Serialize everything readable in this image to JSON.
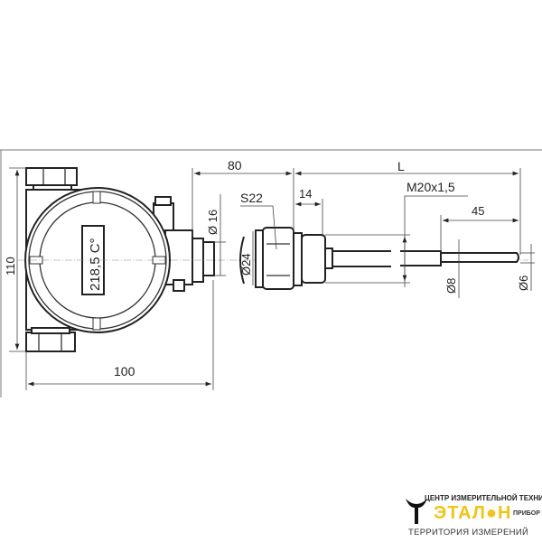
{
  "drawing": {
    "display_reading": "218,5 C°",
    "dimensions": {
      "height_housing": "110",
      "width_housing": "100",
      "neck_length": "80",
      "immersion_length": "L",
      "fitting_length": "14",
      "wrench_size": "S22",
      "neck_diameter": "Ø 16",
      "nut_diameter": "Ø24",
      "thread": "M20x1,5",
      "tip_length": "45",
      "stem_diameter": "Ø8",
      "tip_diameter": "Ø6"
    }
  },
  "logo": {
    "top_line": "ЦЕНТР ИЗМЕРИТЕЛЬНОЙ ТЕХНИКИ",
    "brand": "ЭТАЛ●Н",
    "badge": "ПРИБОР",
    "tagline": "ТЕРРИТОРИЯ ИЗМЕРЕНИЙ",
    "accent_color": "#f2c318"
  }
}
